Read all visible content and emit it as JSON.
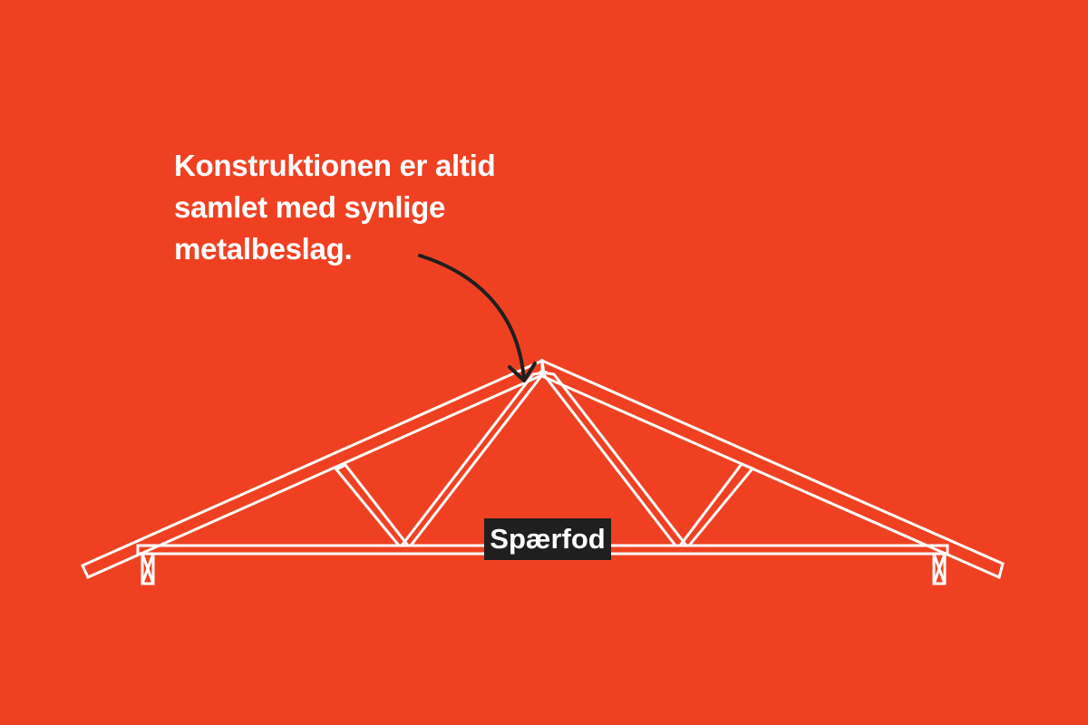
{
  "background_color": "#ef4122",
  "line_color": "#ffffff",
  "arrow_color": "#1f1f1f",
  "label_bg_color": "#1f1f1f",
  "annotation": {
    "lines": [
      "Konstruktionen er altid",
      "samlet med synlige",
      "metalbeslag."
    ]
  },
  "label": {
    "text": "Spærfod"
  }
}
